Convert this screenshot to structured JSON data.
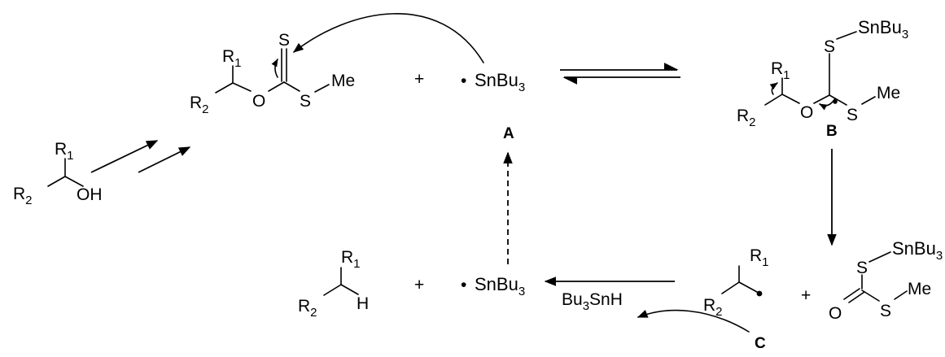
{
  "scheme": {
    "r1": "R",
    "r1_sub": "1",
    "r2": "R",
    "r2_sub": "2",
    "oh": "OH",
    "o": "O",
    "s": "S",
    "me": "Me",
    "h": "H",
    "plus": "+",
    "radical_dot": "•",
    "sn_prefix": "SnBu",
    "sn_sub": "3",
    "bu3snh": {
      "prefix": "Bu",
      "sub": "3",
      "suffix": "SnH"
    },
    "label_a": "A",
    "label_b": "B",
    "label_c": "C"
  },
  "arrow_styles": {
    "conversion": "double-line",
    "equilibrium": "half-headed pair",
    "initiation": "dashed"
  }
}
